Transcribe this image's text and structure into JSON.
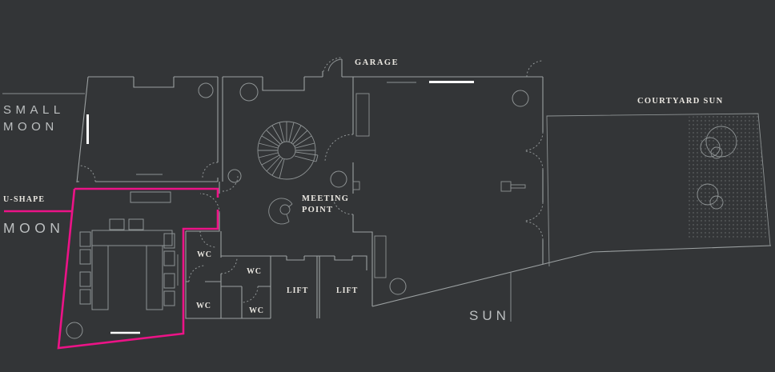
{
  "colors": {
    "background": "#333537",
    "wall_line": "#9ba0a1",
    "accent_magenta": "#ec1387",
    "sans_label_text": "#bcbfc0",
    "serif_label_text": "#eae7e1",
    "white_marker": "#ffffff"
  },
  "highlight": {
    "highlighted_room": "U-SHAPE MOON",
    "color": "#ec1387"
  },
  "labels": {
    "small_moon": {
      "line1": "SMALL",
      "line2": "MOON"
    },
    "u_shape_moon": {
      "type_tag": "U-SHAPE",
      "name": "MOON"
    },
    "garage": "GARAGE",
    "meeting_point": {
      "line1": "MEETING",
      "line2": "POINT"
    },
    "wcs": [
      "WC",
      "WC",
      "WC",
      "WC"
    ],
    "lifts": [
      "LIFT",
      "LIFT"
    ],
    "sun": "SUN",
    "courtyard_sun": "COURTYARD SUN"
  }
}
